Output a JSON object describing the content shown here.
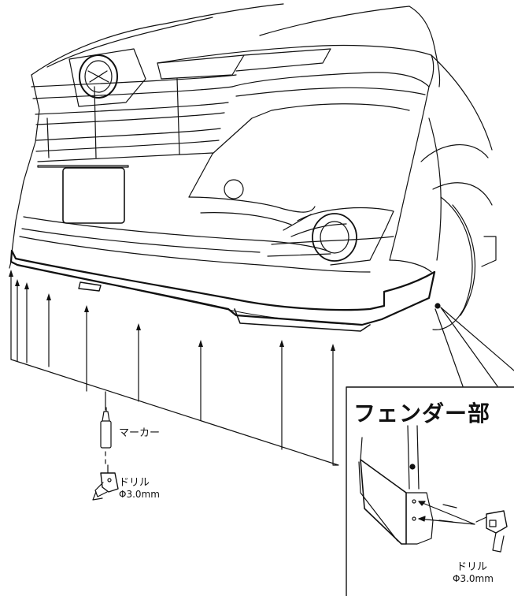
{
  "labels": {
    "marker": "マーカー",
    "drill_main": "ドリル",
    "drill_main_spec": "Φ3.0mm",
    "fender_title": "フェンダー部",
    "drill_detail": "ドリル",
    "drill_detail_spec": "Φ3.0mm"
  },
  "icons": [
    "marker-pen-icon",
    "drill-icon"
  ],
  "colors": {
    "line": "#111111",
    "background": "#ffffff"
  }
}
